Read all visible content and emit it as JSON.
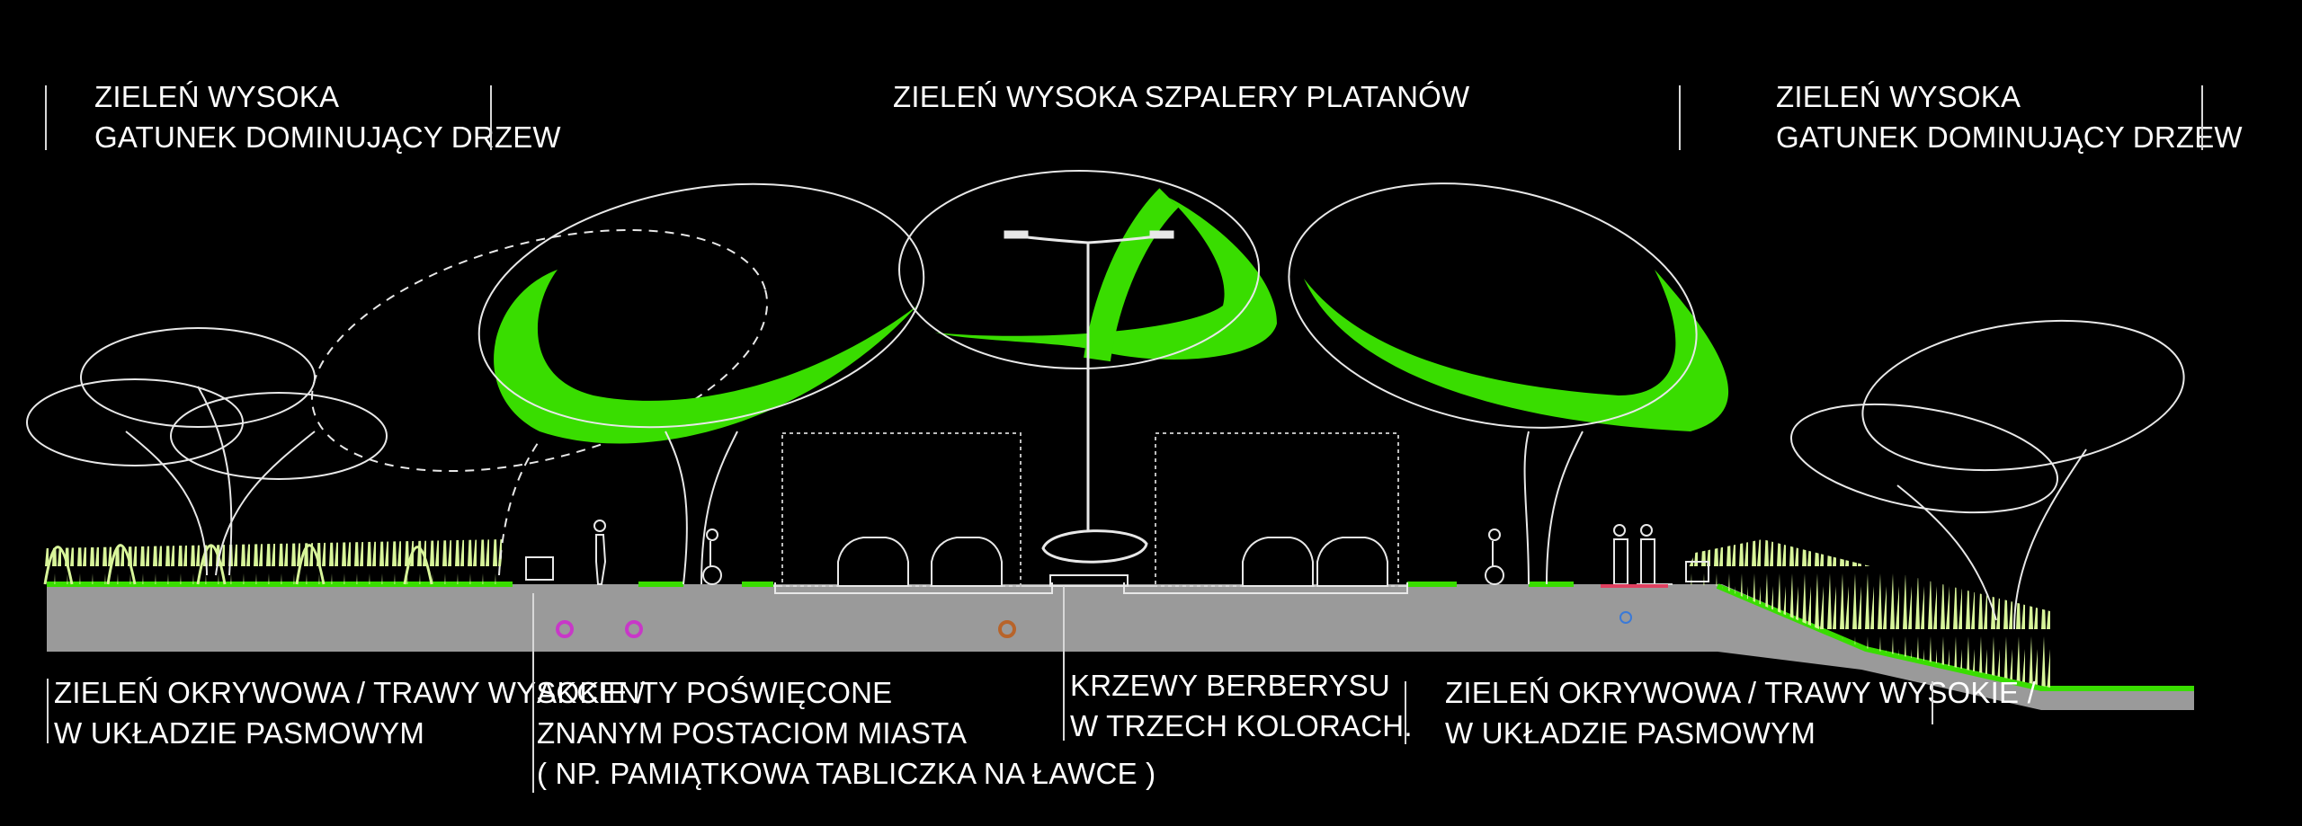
{
  "labels": {
    "top_left": {
      "line1": "ZIELEŃ WYSOKA",
      "line2": "GATUNEK DOMINUJĄCY DRZEW"
    },
    "top_center": {
      "line1": "ZIELEŃ WYSOKA SZPALERY PLATANÓW"
    },
    "top_right": {
      "line1": "ZIELEŃ WYSOKA",
      "line2": "GATUNEK DOMINUJĄCY DRZEW"
    },
    "bottom_left": {
      "line1": "ZIELEŃ OKRYWOWA / TRAWY WYSOKIE /",
      "line2": "W UKŁADZIE PASMOWYM"
    },
    "bottom_accents": {
      "line1": "AKCENTY POŚWIĘCONE",
      "line2": "ZNANYM POSTACIOM MIASTA",
      "line3": "( NP. PAMIĄTKOWA TABLICZKA NA ŁAWCE )"
    },
    "bottom_shrubs": {
      "line1": "KRZEWY BERBERYSU",
      "line2": "W TRZECH KOLORACH."
    },
    "bottom_right": {
      "line1": "ZIELEŃ OKRYWOWA / TRAWY WYSOKIE /",
      "line2": "W UKŁADZIE PASMOWYM"
    }
  },
  "colors": {
    "background": "#000000",
    "canopy_green": "#39dd00",
    "grass_light": "#d8f59a",
    "ground": "#9a9a9a",
    "outline": "#e8e8e8",
    "accent_magenta": "#c838c8",
    "accent_brown": "#b8642a",
    "accent_blue": "#3a7ad8",
    "bench_pink": "#e04060"
  },
  "icons": [
    "tree-canopy-icon",
    "street-lamp-icon",
    "car-icon",
    "pedestrian-icon",
    "cyclist-icon",
    "bench-icon",
    "couple-icon",
    "marker-circle-icon"
  ]
}
